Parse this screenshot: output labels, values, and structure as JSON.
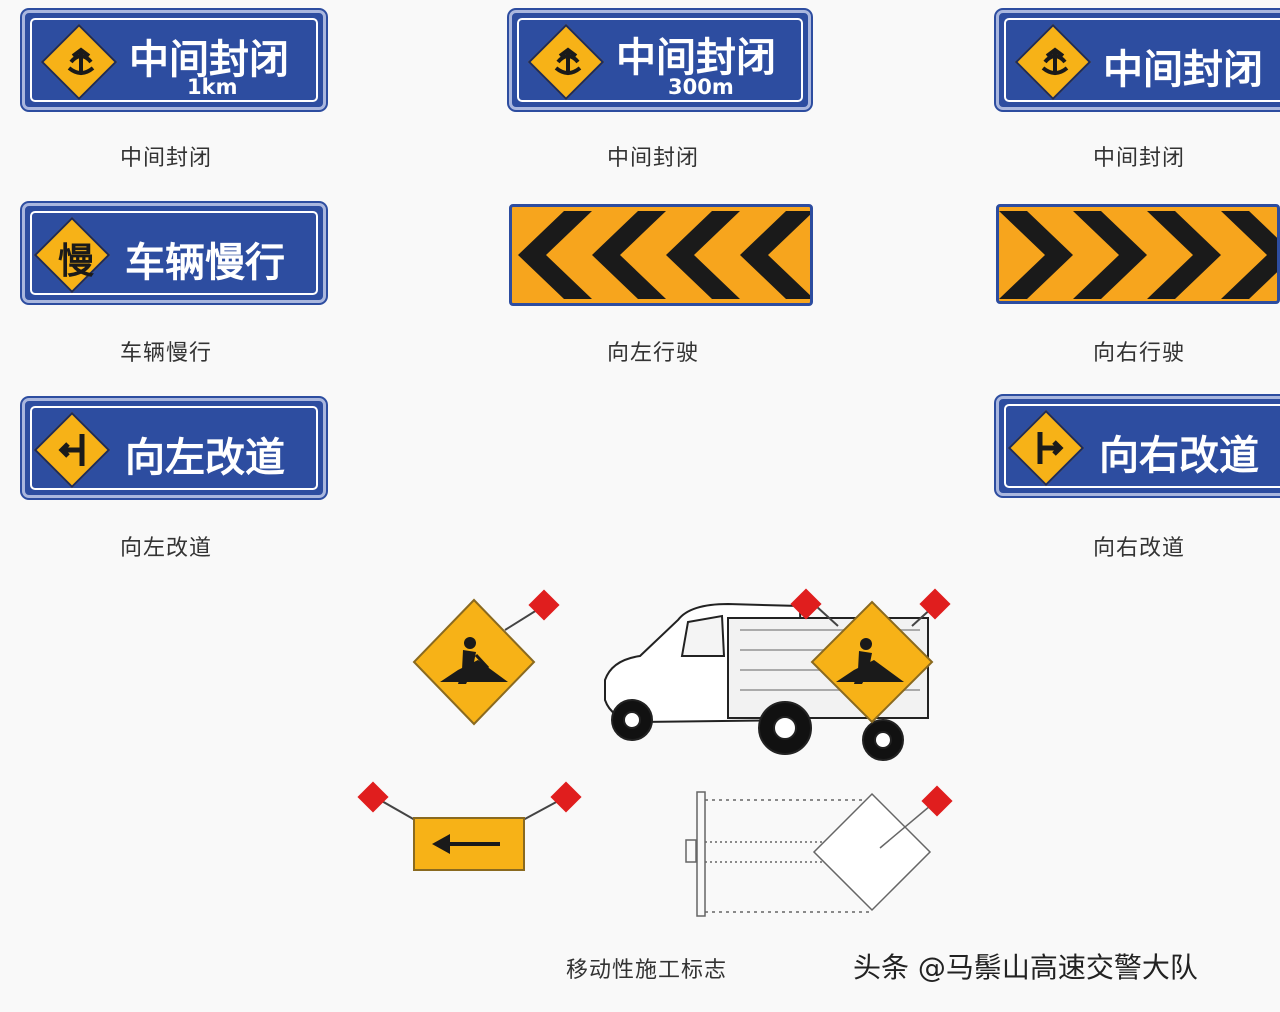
{
  "signs": {
    "close_1km": {
      "title": "中间封闭",
      "distance": "1km",
      "caption": "中间封闭",
      "icon": "road-closed-center-icon"
    },
    "close_300m": {
      "title": "中间封闭",
      "distance": "300m",
      "caption": "中间封闭",
      "icon": "road-closed-center-icon"
    },
    "close_plain": {
      "title": "中间封闭",
      "caption": "中间封闭",
      "icon": "road-closed-center-icon"
    },
    "slow": {
      "title": "车辆慢行",
      "icon_char": "慢",
      "caption": "车辆慢行"
    },
    "chevron_left": {
      "caption": "向左行驶",
      "icon": "chevron-left-icon"
    },
    "chevron_right": {
      "caption": "向右行驶",
      "icon": "chevron-right-icon"
    },
    "detour_left": {
      "title": "向左改道",
      "caption": "向左改道",
      "icon": "detour-left-icon"
    },
    "detour_right": {
      "title": "向右改道",
      "caption": "向右改道",
      "icon": "detour-right-icon"
    }
  },
  "mobile": {
    "caption": "移动性施工标志"
  },
  "watermark": "头条 @马鬃山高速交警大队",
  "colors": {
    "sign_blue": "#2d4da0",
    "sign_yellow": "#f7b217",
    "flag_red": "#e01e1e",
    "chevron_orange": "#f7a51d"
  }
}
